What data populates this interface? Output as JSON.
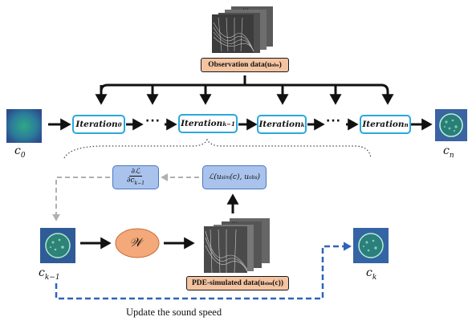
{
  "observation": {
    "label": "Observation data(u",
    "sub": "obs",
    "close": ")"
  },
  "iterations": [
    {
      "base": "Iteration",
      "sub": "0"
    },
    {
      "base": "Iteration",
      "sub": "k−1"
    },
    {
      "base": "Iteration",
      "sub": "k"
    },
    {
      "base": "Iteration",
      "sub": "n"
    }
  ],
  "ellipsis": "···",
  "variables": {
    "c0": {
      "base": "c",
      "sub": "0"
    },
    "cn": {
      "base": "c",
      "sub": "n"
    },
    "ckm1": {
      "base": "c",
      "sub": "k−1"
    },
    "ck": {
      "base": "c",
      "sub": "k"
    }
  },
  "gradient": {
    "numerator": "∂ℒ",
    "denominator_base": "∂c",
    "denominator_sub": "k−1"
  },
  "loss": {
    "text": "ℒ(u",
    "sub1": "sim",
    "mid": "(c), u",
    "sub2": "obs",
    "close": ")"
  },
  "operator": {
    "symbol": "𝒲"
  },
  "pde": {
    "label": "PDE-simulated data(u",
    "sub": "sim",
    "close": "(c))"
  },
  "caption": "Update the sound speed",
  "colors": {
    "iteration_border": "#2aa8dc",
    "label_fill": "#f4c3a0",
    "gradient_fill": "#a9c3ec",
    "operator_fill": "#f4a97a",
    "gray_arrow": "#b0b0b0",
    "blue_dashed": "#2e64b8"
  }
}
